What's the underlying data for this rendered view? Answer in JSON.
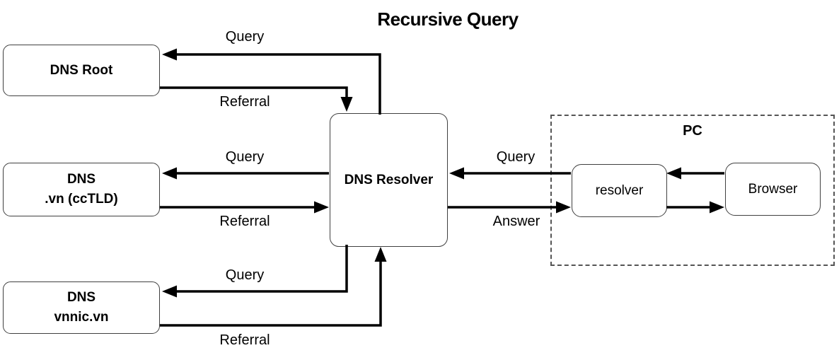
{
  "title": "Recursive Query",
  "nodes": {
    "dns_root": {
      "label": "DNS Root"
    },
    "dns_cctld": {
      "line1": "DNS",
      "line2": ".vn (ccTLD)"
    },
    "dns_vnnic": {
      "line1": "DNS",
      "line2": "vnnic.vn"
    },
    "dns_resolver": {
      "label": "DNS Resolver"
    },
    "pc": {
      "label": "PC"
    },
    "resolver": {
      "label": "resolver"
    },
    "browser": {
      "label": "Browser"
    }
  },
  "edges": {
    "root_query": {
      "label": "Query",
      "from": "DNS Resolver",
      "to": "DNS Root"
    },
    "root_referral": {
      "label": "Referral",
      "from": "DNS Root",
      "to": "DNS Resolver"
    },
    "cctld_query": {
      "label": "Query",
      "from": "DNS Resolver",
      "to": "DNS .vn (ccTLD)"
    },
    "cctld_referral": {
      "label": "Referral",
      "from": "DNS .vn (ccTLD)",
      "to": "DNS Resolver"
    },
    "vnnic_query": {
      "label": "Query",
      "from": "DNS Resolver",
      "to": "DNS vnnic.vn"
    },
    "vnnic_referral": {
      "label": "Referral",
      "from": "DNS vnnic.vn",
      "to": "DNS Resolver"
    },
    "pc_query": {
      "label": "Query",
      "from": "resolver",
      "to": "DNS Resolver"
    },
    "pc_answer": {
      "label": "Answer",
      "from": "DNS Resolver",
      "to": "resolver"
    },
    "browser_query": {
      "label": "",
      "from": "Browser",
      "to": "resolver"
    },
    "resolver_answer": {
      "label": "",
      "from": "resolver",
      "to": "Browser"
    }
  },
  "colors": {
    "background": "#ffffff",
    "text": "#000000",
    "line": "#000000",
    "box_border": "#404040",
    "dashed_border": "#555555"
  }
}
